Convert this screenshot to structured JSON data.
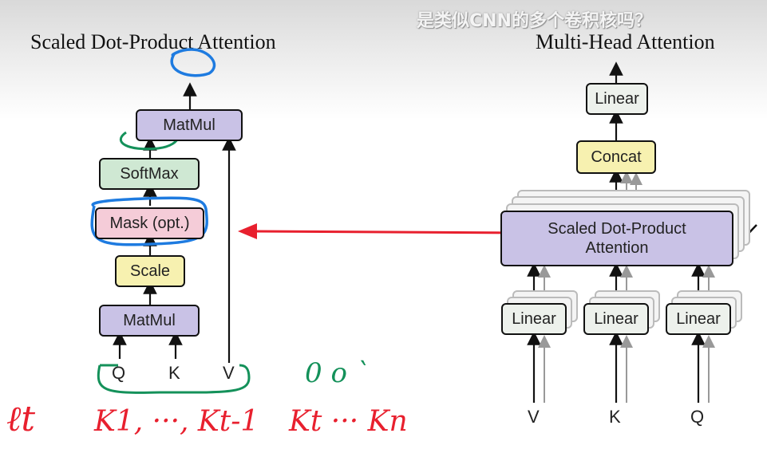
{
  "caption": "是类似CNN的多个卷积核吗？",
  "left": {
    "title": "Scaled Dot-Product Attention",
    "boxes": {
      "matmul_top": "MatMul",
      "softmax": "SoftMax",
      "mask": "Mask (opt.)",
      "scale": "Scale",
      "matmul_bottom": "MatMul"
    },
    "inputs": [
      "Q",
      "K",
      "V"
    ]
  },
  "right": {
    "title": "Multi-Head Attention",
    "boxes": {
      "linear_top": "Linear",
      "concat": "Concat",
      "sdpa_line1": "Scaled Dot-Product",
      "sdpa_line2": "Attention",
      "linear_v": "Linear",
      "linear_k": "Linear",
      "linear_q": "Linear"
    },
    "inputs": [
      "V",
      "K",
      "Q"
    ]
  },
  "annotations": {
    "red_lt": "ℓt",
    "red_seq1": "K1, ···, Kt-1",
    "red_seq2": "Kt ··· Kn",
    "green_marks": "0  o  ˋ"
  },
  "colors": {
    "purple": "#c9c2e6",
    "green": "#cfe8d3",
    "pink": "#f5ccd8",
    "yellow": "#f7f1b0",
    "grey": "#edf1ec",
    "ink_red": "#e8202e",
    "ink_green": "#14915a",
    "ink_blue": "#1e7be0"
  }
}
